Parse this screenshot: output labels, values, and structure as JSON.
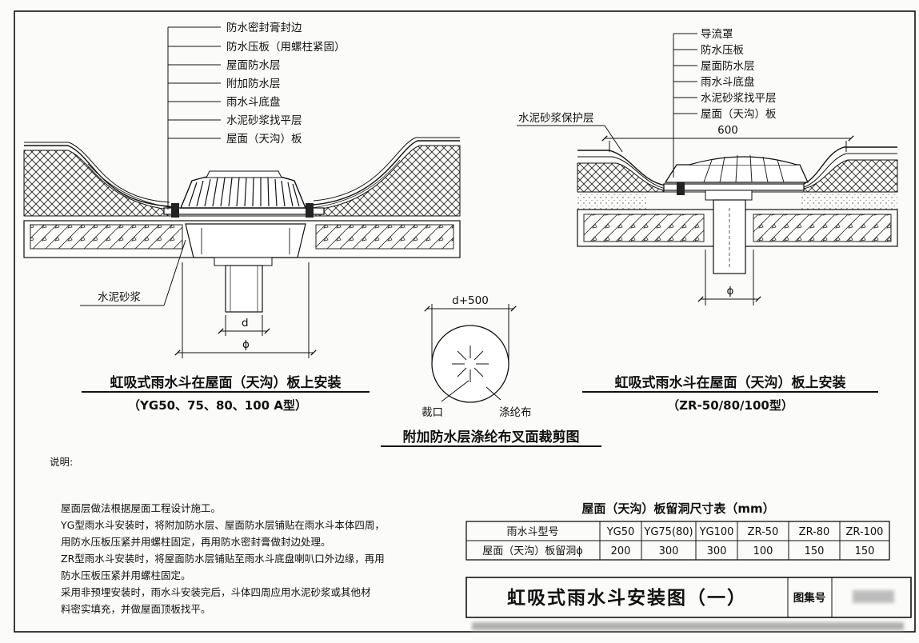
{
  "left_view": {
    "labels": [
      "防水密封膏封边",
      "防水压板（用螺柱紧固）",
      "屋面防水层",
      "附加防水层",
      "雨水斗底盘",
      "水泥砂浆找平层",
      "屋面（天沟）板"
    ],
    "mortar_label": "水泥砂浆",
    "dim_d": "d",
    "dim_phi": "ϕ",
    "title": "虹吸式雨水斗在屋面（天沟）板上安装",
    "subtitle": "（YG50、75、80、100 A型）"
  },
  "right_view": {
    "labels": [
      "导流罩",
      "防水压板",
      "屋面防水层",
      "雨水斗底盘",
      "水泥砂浆找平层",
      "屋面（天沟）板"
    ],
    "protect_label": "水泥砂浆保护层",
    "dim_600": "600",
    "dim_phi": "ϕ",
    "title": "虹吸式雨水斗在屋面（天沟）板上安装",
    "subtitle": "（ZR-50/80/100型）"
  },
  "cut_view": {
    "dim": "d+500",
    "cut_label": "裁口",
    "cloth_label": "涤纶布",
    "title": "附加防水层涤纶布叉面裁剪图"
  },
  "notes": {
    "heading": "说明:",
    "lines": [
      "屋面层做法根据屋面工程设计施工。",
      "YG型雨水斗安装时，将附加防水层、屋面防水层铺贴在雨水斗本体四周，",
      "用防水压板压紧并用螺柱固定，再用防水密封膏做封边处理。",
      "ZR型雨水斗安装时，将屋面防水层铺贴至雨水斗底盘喇叭口外边缘，再用",
      "防水压板压紧并用螺柱固定。",
      "采用非预埋安装时，雨水斗安装完后，斗体四周应用水泥砂浆或其他材",
      "料密实填充，并做屋面顶板找平。"
    ]
  },
  "table": {
    "title": "屋面（天沟）板留洞尺寸表（mm）",
    "header": [
      "雨水斗型号",
      "YG50",
      "YG75(80)",
      "YG100",
      "ZR-50",
      "ZR-80",
      "ZR-100"
    ],
    "row": [
      "屋面（天沟）板留洞ϕ",
      "200",
      "300",
      "300",
      "100",
      "150",
      "150"
    ]
  },
  "title_block": {
    "title": "虹吸式雨水斗安装图（一）",
    "atlas_label": "图集号"
  }
}
